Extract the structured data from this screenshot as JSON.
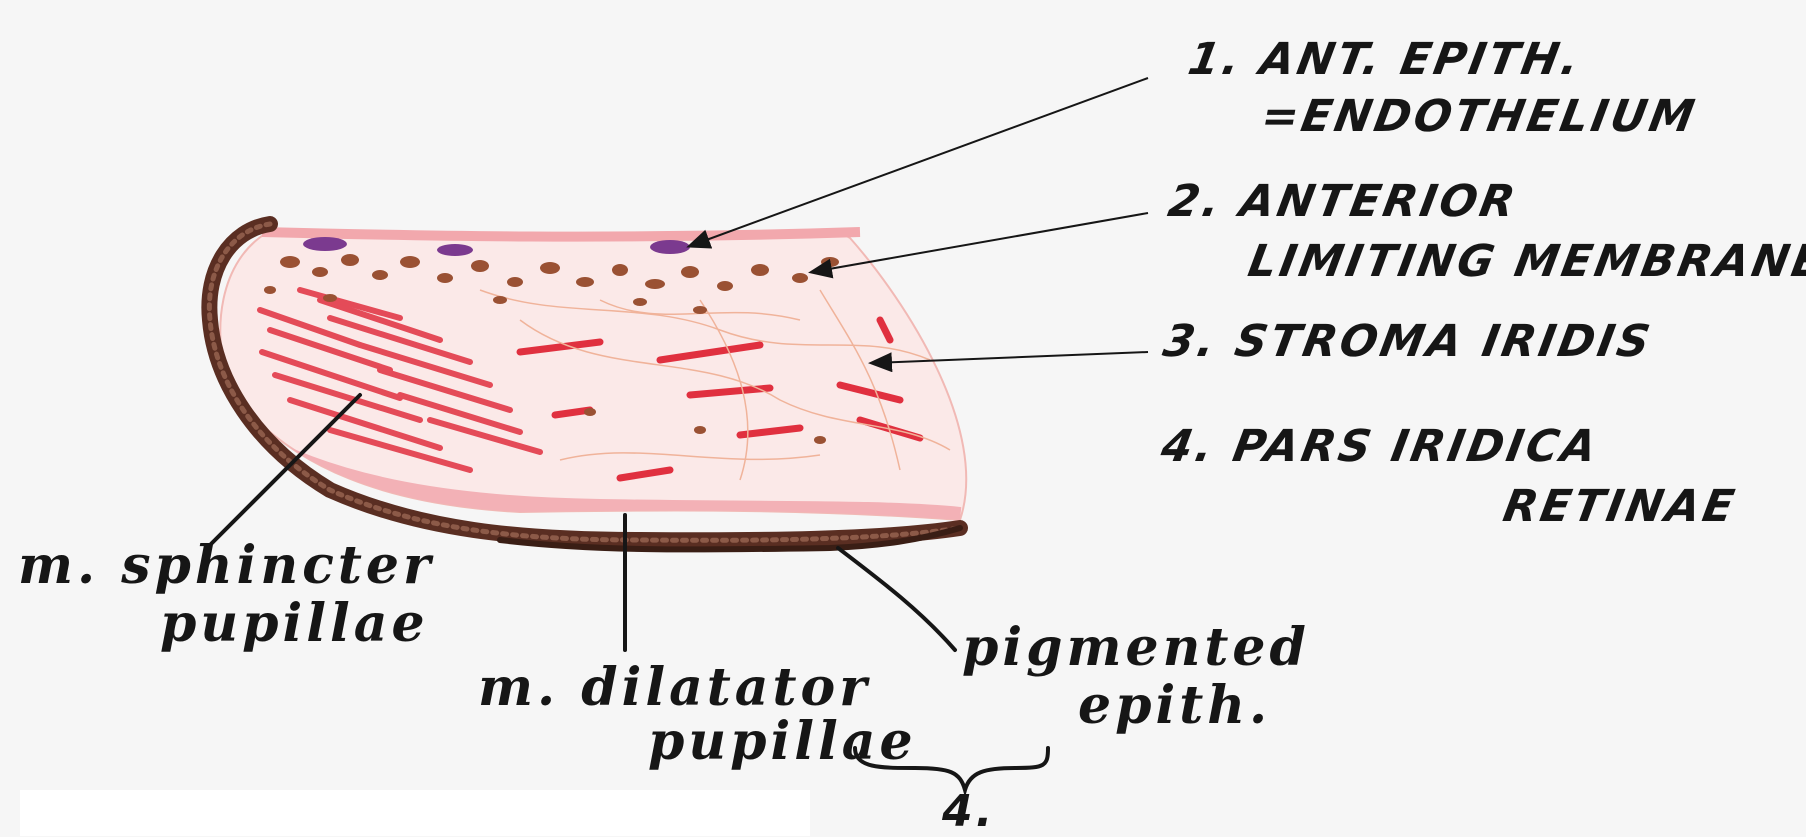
{
  "labels": {
    "l1_line1": "1. ANT. EPITH.",
    "l1_line2": "=ENDOTHELIUM",
    "l2_line1": "2. ANTERIOR",
    "l2_line2": "LIMITING MEMBRANE",
    "l3": "3. STROMA IRIDIS",
    "l4_line1": "4. PARS IRIDICA",
    "l4_line2": "RETINAE",
    "sphincter_line1": "m. sphincter",
    "sphincter_line2": "pupillae",
    "dilatator_line1": "m. dilatator",
    "dilatator_line2": "pupillae",
    "pigmented_line1": "pigmented",
    "pigmented_line2": "epith.",
    "brace_number": "4."
  },
  "colors": {
    "ink": "#161616",
    "muscle_red": "#e0303f",
    "stroma_pink": "#f4c9c7",
    "pigment_brown": "#6b3a2a",
    "melanocyte_brown": "#9a5133",
    "nucleus_purple": "#7b3a8f",
    "background": "#f6f6f6"
  }
}
